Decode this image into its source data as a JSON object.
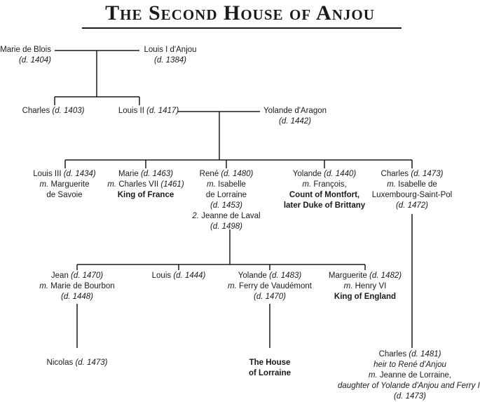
{
  "title": "The Second House of Anjou",
  "people": {
    "marie_de_blois": {
      "name": "Marie de Blois",
      "dates": "(d. 1404)"
    },
    "louis_i": {
      "name": "Louis I d'Anjou",
      "dates": "(d. 1384)"
    },
    "charles_1403": {
      "name": "Charles",
      "dates": "(d. 1403)"
    },
    "louis_ii": {
      "name": "Louis II",
      "dates": "(d. 1417)"
    },
    "yolande_aragon": {
      "name": "Yolande d'Aragon",
      "dates": "(d. 1442)"
    },
    "louis_iii": {
      "name": "Louis III",
      "dates": "(d. 1434)",
      "spouse_prefix": "m.",
      "spouse_line1": "Marguerite",
      "spouse_line2": "de Savoie"
    },
    "marie_1463": {
      "name": "Marie",
      "dates": "(d. 1463)",
      "spouse_prefix": "m.",
      "spouse": "Charles VII",
      "spouse_dates": "(1461)",
      "title": "King of France"
    },
    "rene": {
      "name": "René",
      "dates": "(d. 1480)",
      "spouse_prefix": "m.",
      "spouse1_line1": "Isabelle",
      "spouse1_line2": "de Lorraine",
      "spouse1_dates": "(d. 1453)",
      "spouse2_prefix": "2.",
      "spouse2": "Jeanne de Laval",
      "spouse2_dates": "(d. 1498)"
    },
    "yolande_1440": {
      "name": "Yolande",
      "dates": "(d. 1440)",
      "spouse_prefix": "m.",
      "spouse": "François,",
      "title_line1": "Count of Montfort,",
      "title_line2": "later Duke of Brittany"
    },
    "charles_1473": {
      "name": "Charles",
      "dates": "(d. 1473)",
      "spouse_prefix": "m.",
      "spouse_line1": "Isabelle de",
      "spouse_line2": "Luxembourg-Saint-Pol",
      "spouse_dates": "(d. 1472)"
    },
    "jean": {
      "name": "Jean",
      "dates": "(d. 1470)",
      "spouse_prefix": "m.",
      "spouse": "Marie de Bourbon",
      "spouse_dates": "(d. 1448)"
    },
    "louis_1444": {
      "name": "Louis",
      "dates": "(d. 1444)"
    },
    "yolande_1483": {
      "name": "Yolande",
      "dates": "(d. 1483)",
      "spouse_prefix": "m.",
      "spouse": "Ferry de Vaudémont",
      "spouse_dates": "(d. 1470)"
    },
    "marguerite": {
      "name": "Marguerite",
      "dates": "(d. 1482)",
      "spouse_prefix": "m.",
      "spouse": "Henry VI",
      "title": "King of England"
    },
    "nicolas": {
      "name": "Nicolas",
      "dates": "(d. 1473)"
    },
    "house_lorraine": {
      "line1": "The House",
      "line2": "of Lorraine"
    },
    "charles_1481": {
      "name": "Charles",
      "dates": "(d. 1481)",
      "note1": "heir to René d'Anjou",
      "spouse_prefix": "m.",
      "spouse": "Jeanne de Lorraine,",
      "note2": "daughter of Yolande d'Anjou and Ferry II",
      "spouse_dates": "(d. 1473)"
    }
  }
}
